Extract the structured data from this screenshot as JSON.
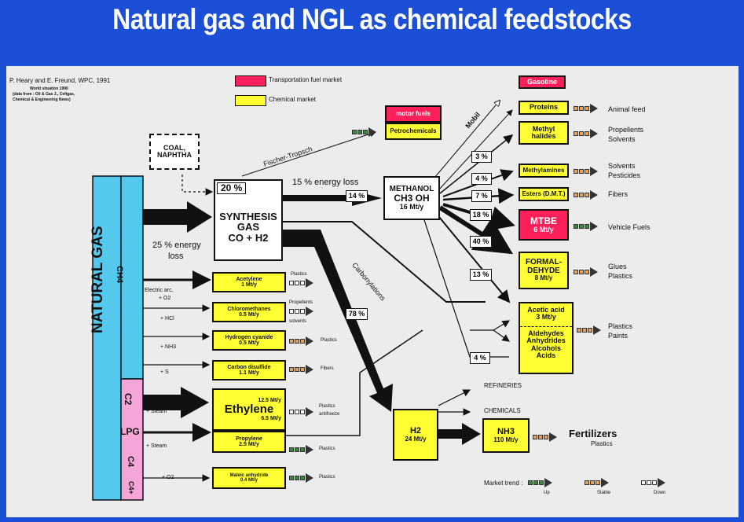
{
  "title": "Natural gas and NGL as chemical feedstocks",
  "source": {
    "line1": "P. Heary and E. Freund, WPC, 1991",
    "line2": "World situation 1990",
    "line3": "(data from : Oil & Gas J., Cefigas,",
    "line4": "Chemical & Engineering News)"
  },
  "legend": {
    "transport": "Transportation fuel market",
    "chemical": "Chemical market",
    "gasoline": "Gasoline",
    "trend_label": "Market trend :",
    "up": "Up",
    "stable": "Stable",
    "down": "Down"
  },
  "colors": {
    "transport": "#ff1f5a",
    "chemical": "#ffff33",
    "background": "#1a4fd6",
    "natural_gas": "#55c8ee",
    "lpg": "#f4a6d8"
  },
  "feed": {
    "natural_gas": "NATURAL GAS",
    "ch4": "CH4",
    "c2": "C2",
    "lpg": "LPG",
    "c4": "C4",
    "c4plus": "C4+"
  },
  "coal": {
    "line1": "COAL,",
    "line2": "NAPHTHA"
  },
  "synthesis": {
    "pct": "20 %",
    "line1": "SYNTHESIS",
    "line2": "GAS",
    "line3": "CO + H2"
  },
  "energy": {
    "loss15": "15 % energy loss",
    "loss25a": "25 % energy",
    "loss25b": "loss"
  },
  "fischer": "Fischer-Tropsch",
  "mobil": "Mobil",
  "carbonylations": "Carbonylations",
  "motor": {
    "fuels": "motor fuels",
    "petro": "Petrochemicals"
  },
  "methanol": {
    "line1": "METHANOL",
    "line2": "CH3 OH",
    "line3": "16 Mt/y"
  },
  "pcts": {
    "p14": "14 %",
    "p3": "3 %",
    "p4": "4 %",
    "p7": "7 %",
    "p18": "18 %",
    "p40": "40 %",
    "p13": "13 %",
    "p4b": "4 %",
    "p78": "78 %"
  },
  "products": {
    "proteins": "Proteins",
    "methyl1": "Methyl",
    "methyl2": "halides",
    "methylamines": "Methylamines",
    "esters": "Esters (D.M.T.)",
    "mtbe": "MTBE",
    "mtbe_val": "6 Mt/y",
    "formal1": "FORMAL-",
    "formal2": "DEHYDE",
    "formal_val": "8 Mt/y",
    "acetic1": "Acetic acid",
    "acetic2": "3 Mt/y",
    "ald1": "Aldehydes",
    "ald2": "Anhydrides",
    "ald3": "Alcohols",
    "ald4": "Acids"
  },
  "uses": {
    "animal": "Animal feed",
    "prop1": "Propellents",
    "prop2": "Solvents",
    "solv1": "Solvents",
    "solv2": "Pesticides",
    "fibers": "Fibers",
    "vehicle": "Vehicle Fuels",
    "glues1": "Glues",
    "glues2": "Plastics",
    "plast1": "Plastics",
    "plast2": "Paints"
  },
  "reactions": {
    "elec1": "Electric arc,",
    "elec2": "+ O2",
    "hcl": "+ HCl",
    "nh3": "+ NH3",
    "s": "+ S",
    "steam1": "+ Steam",
    "steam2": "+ Steam",
    "o2": "+ O2"
  },
  "ch4prod": {
    "acetylene": "Acetylene",
    "acetylene_val": "1 Mt/y",
    "chloro": "Chloromethanes",
    "chloro_val": "0.5 Mt/y",
    "hcn": "Hydrogen cyanide",
    "hcn_val": "0.5 Mt/y",
    "cs2": "Carbon disulfide",
    "cs2_val": "1.1 Mt/y"
  },
  "ch4uses": {
    "plastics1": "Plastics",
    "propellents": "Propellents",
    "solvents": "solvents",
    "plastics2": "Plastics",
    "fibers": "Fibers"
  },
  "ethylene": {
    "val": "12.5 Mt/y",
    "name": "Ethylene",
    "val2": "6.5 Mt/y",
    "prop": "Propylene",
    "prop_val": "2.5 Mt/y",
    "use1": "Plastics",
    "use2": "antifreeze",
    "prop_use": "Plastics"
  },
  "maleic": {
    "name": "Maleic anhydride",
    "val": "0.4 Mt/y",
    "use": "Plastics"
  },
  "h2": {
    "name": "H2",
    "val": "24 Mt/y",
    "refineries": "REFINERIES",
    "chemicals": "CHEMICALS"
  },
  "nh3": {
    "name": "NH3",
    "val": "110 Mt/y",
    "fert": "Fertilizers",
    "plastics": "Plastics"
  }
}
